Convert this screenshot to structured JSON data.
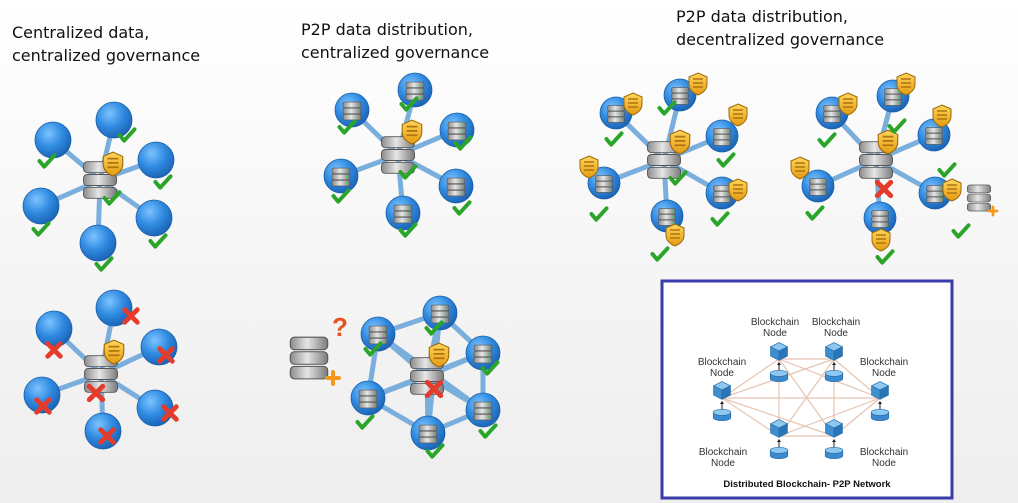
{
  "headings": {
    "centralized": "Centralized data,\ncentralized governance",
    "p2p_central": "P2P data distribution,\ncentralized governance",
    "p2p_decentral": "P2P data distribution,\ndecentralized governance"
  },
  "inset": {
    "node_label": "Blockchain\nNode",
    "caption": "Distributed Blockchain- P2P Network",
    "border_color": "#3a3aa8"
  },
  "icons": {
    "question": "?",
    "plus": "+",
    "check_color": "#2aa52a",
    "cross_color": "#e53b2a",
    "node_color": "#2f8ae0",
    "shield_color": "#f2b21f"
  }
}
